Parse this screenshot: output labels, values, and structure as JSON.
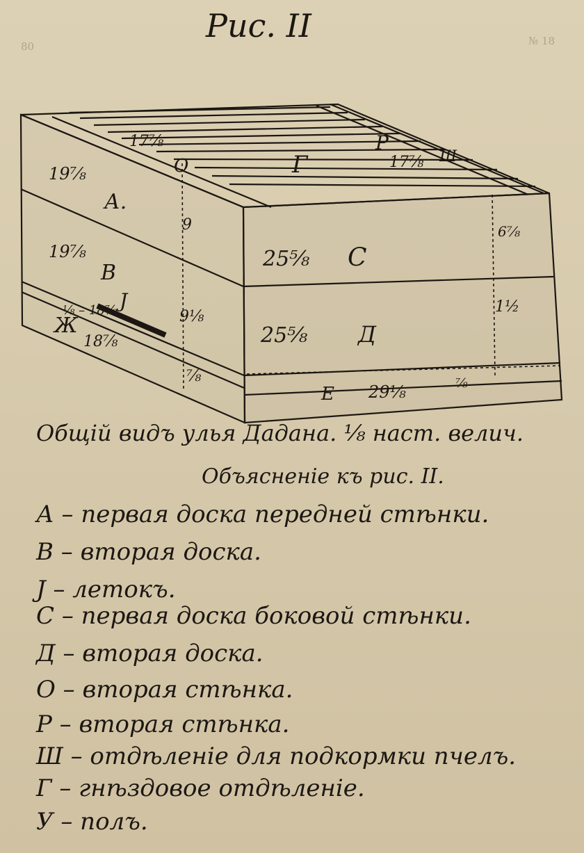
{
  "figure": {
    "title": "Рис. II",
    "caption": "Общій видъ улья Дадана. ⅛ наст. велич."
  },
  "background_print": {
    "page_number": "80",
    "issue_number": "№ 18"
  },
  "diagram_labels": {
    "A": "А.",
    "B": "В",
    "J": "Ј",
    "C": "С",
    "D": "Д",
    "O": "О",
    "P": "Р",
    "G": "Г",
    "SH": "Ш",
    "ZH": "Ж",
    "E": "Е",
    "dim_top_front": "17⅞",
    "dim_top_side": "17⅞",
    "dim_a": "19⅞",
    "dim_b": "19⅞",
    "dim_c": "25⅝",
    "dim_d": "25⅝",
    "dim_e": "29⅛",
    "dim_front_bottom": "18⅞",
    "dim_front_small": "⅛ – 18⅞",
    "dim_vert_9": "9",
    "dim_vert_mid": "9⅛",
    "dim_vert_low": "⅞",
    "dim_side_right": "6⅞",
    "dim_side_mid": "1½",
    "dim_side_low": "⅞"
  },
  "legend": {
    "heading": "Объясненіе къ рис. II.",
    "items": [
      "А – первая доска передней стѣнки.",
      "В – вторая доска.",
      "Ј – летокъ.",
      "С – первая доска боковой стѣнки.",
      "Д – вторая доска.",
      "О – вторая стѣнка.",
      "Р – вторая стѣнка.",
      "Ш – отдѣленіе для подкормки пчелъ.",
      "Г – гнѣздовое отдѣленіе.",
      "У – полъ."
    ]
  },
  "colors": {
    "paper": "#d9cdb0",
    "ink": "#1c1712",
    "faded_print": "#8a7d66"
  }
}
